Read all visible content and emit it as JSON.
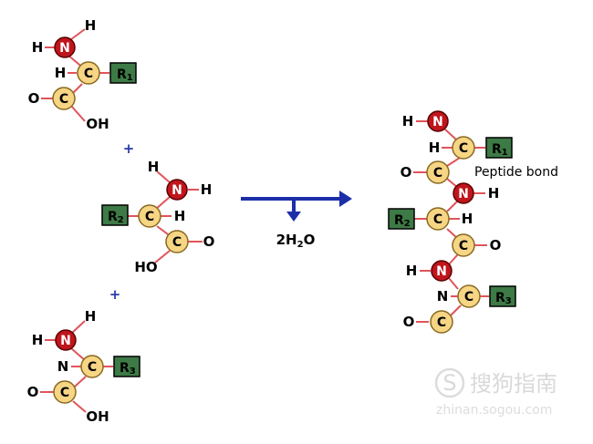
{
  "labels": {
    "H": "H",
    "N": "N",
    "C": "C",
    "O": "O",
    "OH": "OH",
    "HO": "HO",
    "R1": "R",
    "R1_sub": "1",
    "R2": "R",
    "R2_sub": "2",
    "R3": "R",
    "R3_sub": "3",
    "plus": "+",
    "water": "2H",
    "water_sub": "2",
    "water_end": "O",
    "peptide_bond": "Peptide bond"
  },
  "watermark": {
    "brand": "搜狗指南",
    "url": "zhinan.sogou.com"
  },
  "colors": {
    "nitrogen": "#c0151c",
    "carbon": "#f6d585",
    "r_group": "#3d7a45",
    "bond": "#e0545a",
    "arrow": "#1c2fa8",
    "plus": "#2a3aa7"
  }
}
